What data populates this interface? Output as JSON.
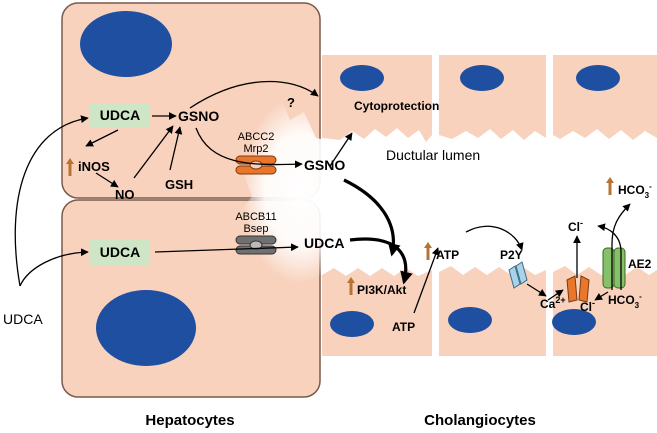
{
  "labels": {
    "udca_outside": "UDCA",
    "udca_top": "UDCA",
    "udca_bottom": "UDCA",
    "udca_canal": "UDCA",
    "gsno_cell": "GSNO",
    "gsno_canal": "GSNO",
    "inos": "iNOS",
    "no": "NO",
    "gsh": "GSH",
    "question": "?",
    "abcc2": "ABCC2",
    "mrp2": "Mrp2",
    "abcb11": "ABCB11",
    "bsep": "Bsep",
    "cytoprotection": "Cytoprotection",
    "ductular_lumen": "Ductular lumen",
    "atp_up": "ATP",
    "atp_low": "ATP",
    "pi3k": "PI3K/Akt",
    "p2y": "P2Y",
    "ca": "Ca",
    "ca_sup": "2+",
    "cl_top": "Cl",
    "cl_top_sup": "-",
    "cl_low": "Cl",
    "cl_low_sup": "-",
    "hco3_top": "HCO",
    "hco3_top_sub": "3",
    "hco3_top_sup": "-",
    "hco3_low": "HCO",
    "hco3_low_sub": "3",
    "hco3_low_sup": "-",
    "ae2": "AE2"
  },
  "captions": {
    "hepatocytes": "Hepatocytes",
    "cholangiocytes": "Cholangiocytes"
  },
  "colors": {
    "cell_fill": "#f8d2bd",
    "cell_stroke": "#7a5a4a",
    "nucleus": "#1f4fa0",
    "udca_box": "#cfe6c6",
    "transporter": "#e9762b",
    "bsep": "#707070",
    "up_arrow": "#b87333",
    "ae2": "#86c06a",
    "p2y": "#a9d3e8"
  }
}
